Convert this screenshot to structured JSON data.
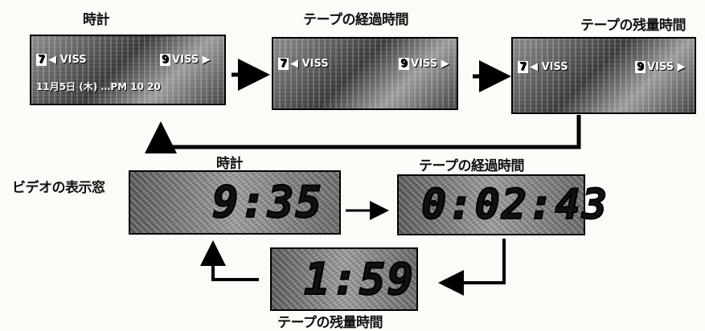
{
  "top": {
    "labels": {
      "clock": "時計",
      "elapsed": "テープの経過時間",
      "remaining": "テープの残量時間"
    },
    "vhs_left": {
      "num": "7",
      "text": "◀ VISS"
    },
    "vhs_right": {
      "num": "9",
      "text": "VISS ▶"
    },
    "clock_line": "11月5日 (木) …PM 10 20"
  },
  "bottom": {
    "window_label": "ビデオの表示窓",
    "labels": {
      "clock": "時計",
      "elapsed": "テープの経過時間",
      "remaining": "テープの残量時間"
    },
    "displays": {
      "clock": "9:35",
      "elapsed": "0:02:43",
      "remaining": "1:59"
    }
  }
}
